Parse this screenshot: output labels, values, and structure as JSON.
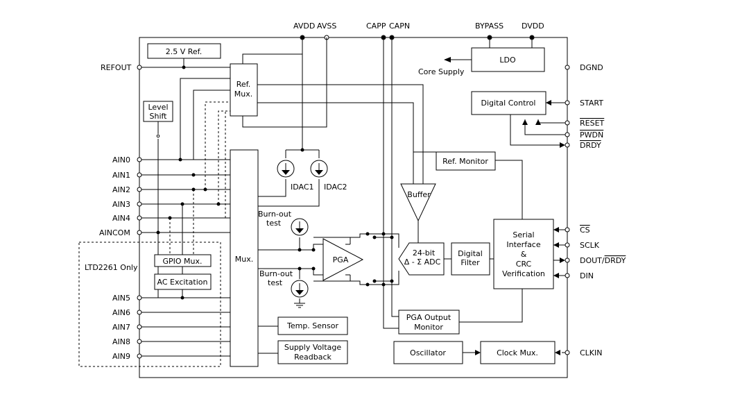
{
  "pins_top": {
    "avdd": "AVDD",
    "avss": "AVSS",
    "capp": "CAPP",
    "capn": "CAPN",
    "bypass": "BYPASS",
    "dvdd": "DVDD"
  },
  "pins_left": {
    "refout": "REFOUT",
    "ain0": "AIN0",
    "ain1": "AIN1",
    "ain2": "AIN2",
    "ain3": "AIN3",
    "ain4": "AIN4",
    "aincom": "AINCOM",
    "ain5": "AIN5",
    "ain6": "AIN6",
    "ain7": "AIN7",
    "ain8": "AIN8",
    "ain9": "AIN9"
  },
  "pins_right": {
    "dgnd": "DGND",
    "start": "START",
    "reset": "RESET",
    "pwdn": "PWDN",
    "drdy": "DRDY",
    "cs": "CS",
    "sclk": "SCLK",
    "dout_prefix": "DOUT/",
    "dout_drdy": "DRDY",
    "din": "DIN",
    "clkin": "CLKIN"
  },
  "blocks": {
    "ref_25v": "2.5 V Ref.",
    "ref_mux_line1": "Ref.",
    "ref_mux_line2": "Mux.",
    "level_shift_line1": "Level",
    "level_shift_line2": "Shift",
    "ldo": "LDO",
    "core_supply": "Core Supply",
    "digital_control": "Digital Control",
    "ref_monitor": "Ref. Monitor",
    "idac1": "IDAC1",
    "idac2": "IDAC2",
    "buffer": "Buffer",
    "burnout_top_line1": "Burn-out",
    "burnout_top_line2": "test",
    "burnout_bot_line1": "Burn-out",
    "burnout_bot_line2": "test",
    "mux": "Mux.",
    "pga": "PGA",
    "adc_line1": "24-bit",
    "adc_line2": "Δ - Σ ADC",
    "digital_filter_line1": "Digital",
    "digital_filter_line2": "Filter",
    "serial_line1": "Serial",
    "serial_line2": "Interface",
    "serial_line3": "&",
    "serial_line4": "CRC",
    "serial_line5": "Verification",
    "ltd_only": "LTD2261 Only",
    "gpio_mux": "GPIO Mux.",
    "ac_excitation": "AC Excitation",
    "pga_output_monitor_line1": "PGA Output",
    "pga_output_monitor_line2": "Monitor",
    "temp_sensor": "Temp. Sensor",
    "supply_readback_line1": "Supply Voltage",
    "supply_readback_line2": "Readback",
    "oscillator": "Oscillator",
    "clock_mux": "Clock Mux."
  }
}
